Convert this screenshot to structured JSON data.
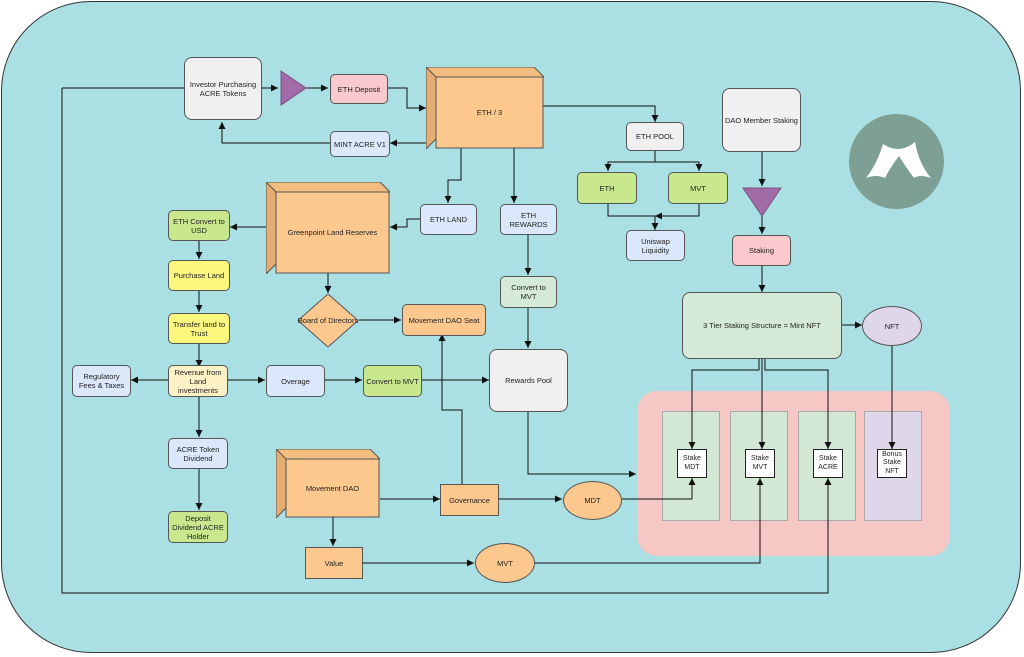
{
  "nodes": {
    "investor": "Investor Purchasing ACRE Tokens",
    "eth_deposit": "ETH Deposit",
    "mint_acre": "MINT ACRE V1",
    "eth_split": "ETH / 3",
    "eth_pool": "ETH POOL",
    "pool_eth": "ETH",
    "pool_mvt": "MVT",
    "uniswap": "Uniswap Liquidity",
    "dao_member": "DAO Member Staking",
    "staking": "Staking",
    "eth_land": "ETH LAND",
    "eth_rewards": "ETH REWARDS",
    "greenpoint": "Greenpoint Land Reserves",
    "eth_convert_usd": "ETH Convert to USD",
    "purchase_land": "Purchase Land",
    "transfer_land": "Transfer land to Trust",
    "board": "Board of Directors",
    "dao_seat": "Movement DAO Seat",
    "convert_mvt_top": "Convert to MVT",
    "tier_staking": "3 Tier Staking Structure = Mint NFT",
    "nft": "NFT",
    "reg_fees": "Regulatory Fees & Taxes",
    "revenue": "Revenue from Land investments",
    "overage": "Overage",
    "convert_mvt_mid": "Convert  to MVT",
    "rewards_pool": "Rewards Pool",
    "acre_dividend": "ACRE Token Dividend",
    "deposit_dividend": "Deposit Dividend ACRE Holder",
    "movement_dao": "Movement DAO",
    "governance": "Governance",
    "mdt": "MDT",
    "value": "Value",
    "mvt_bottom": "MVT",
    "stake_mdt": "Stake MDT",
    "stake_mvt": "Stake MVT",
    "stake_acre": "Stake ACRE",
    "bonus_nft": "Bonus Stake NFT"
  },
  "colors": {
    "background": "#aadfe3",
    "orange": "#fcc88e",
    "purple_triangle": "#a06ba6",
    "logo": "#7d9f94",
    "panel": "#f5c7c5"
  }
}
